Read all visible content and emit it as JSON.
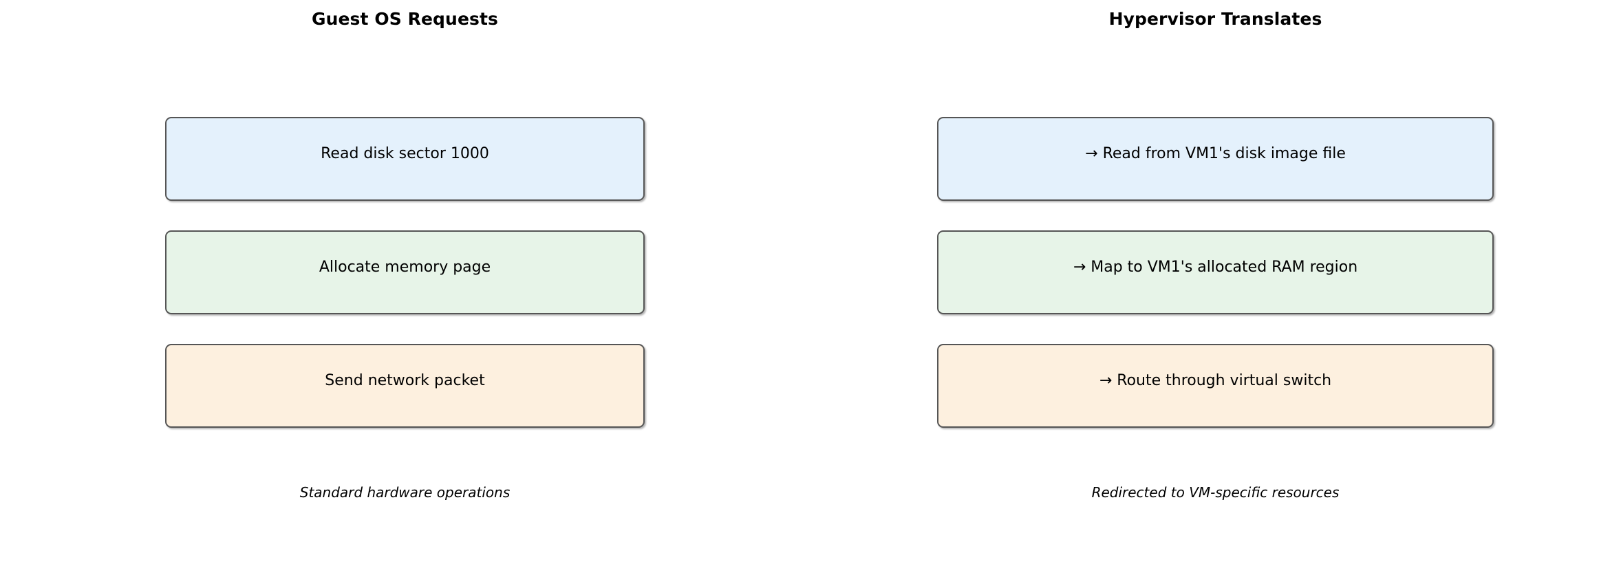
{
  "columns": [
    {
      "heading": "Guest OS Requests",
      "caption": "Standard hardware operations",
      "boxes": [
        {
          "label": "Read disk sector 1000",
          "fill": "#e4f1fc",
          "border": "#555555"
        },
        {
          "label": "Allocate memory page",
          "fill": "#e7f4e8",
          "border": "#555555"
        },
        {
          "label": "Send network packet",
          "fill": "#fdf0df",
          "border": "#555555"
        }
      ]
    },
    {
      "heading": "Hypervisor Translates",
      "caption": "Redirected to VM-specific resources",
      "boxes": [
        {
          "label": "→ Read from VM1's disk image file",
          "fill": "#e4f1fc",
          "border": "#555555"
        },
        {
          "label": "→ Map to VM1's allocated RAM region",
          "fill": "#e7f4e8",
          "border": "#555555"
        },
        {
          "label": "→ Route through virtual switch",
          "fill": "#fdf0df",
          "border": "#555555"
        }
      ]
    }
  ],
  "palette": {
    "background": "#ffffff",
    "text": "#000000",
    "box_border": "#555555",
    "fill_blue": "#e4f1fc",
    "fill_green": "#e7f4e8",
    "fill_orange": "#fdf0df"
  }
}
